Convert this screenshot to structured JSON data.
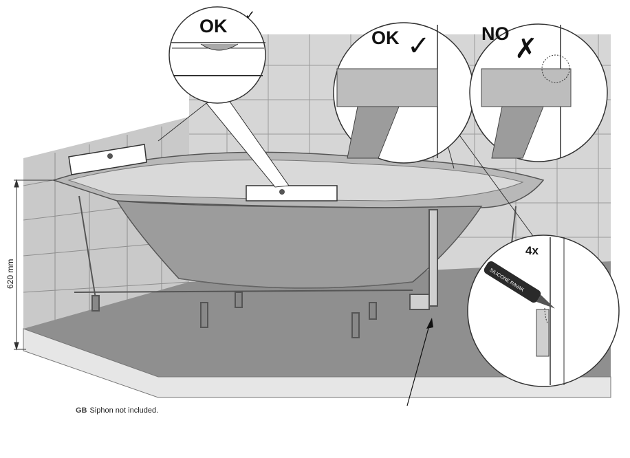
{
  "callouts": {
    "level_ok": "OK",
    "wall_ok": "OK",
    "wall_no": "NO",
    "silicone_count": "4x",
    "silicone_brand": "SILICONE RAVAK"
  },
  "dimension": {
    "height_label": "620 mm"
  },
  "caption": {
    "language_code": "GB",
    "text": "Siphon not included."
  }
}
